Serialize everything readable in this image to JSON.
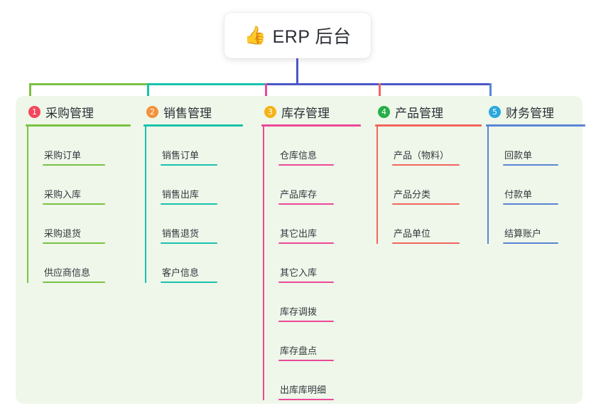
{
  "root": {
    "icon": "thumbs-up-icon",
    "emoji": "👍",
    "title": "ERP 后台"
  },
  "theme": {
    "panel_bg": "#eef7e9",
    "page_bg": "#ffffff",
    "root_line": "#4c57c6",
    "text": "#2b2f36"
  },
  "columns": [
    {
      "index": "1",
      "title": "采购管理",
      "color": "#7ac143",
      "badge_color": "#f4465e",
      "items": [
        {
          "label": "采购订单"
        },
        {
          "label": "采购入库"
        },
        {
          "label": "采购退货"
        },
        {
          "label": "供应商信息"
        }
      ]
    },
    {
      "index": "2",
      "title": "销售管理",
      "color": "#19c2ac",
      "badge_color": "#f4913a",
      "items": [
        {
          "label": "销售订单"
        },
        {
          "label": "销售出库"
        },
        {
          "label": "销售退货"
        },
        {
          "label": "客户信息"
        }
      ]
    },
    {
      "index": "3",
      "title": "库存管理",
      "color": "#ec4899",
      "badge_color": "#f5b316",
      "items": [
        {
          "label": "仓库信息"
        },
        {
          "label": "产品库存"
        },
        {
          "label": "其它出库"
        },
        {
          "label": "其它入库"
        },
        {
          "label": "库存调拨"
        },
        {
          "label": "库存盘点"
        },
        {
          "label": "出库库明细"
        }
      ]
    },
    {
      "index": "4",
      "title": "产品管理",
      "color": "#f4645f",
      "badge_color": "#27ae4a",
      "items": [
        {
          "label": "产品（物料）"
        },
        {
          "label": "产品分类"
        },
        {
          "label": "产品单位"
        }
      ]
    },
    {
      "index": "5",
      "title": "财务管理",
      "color": "#5b84d6",
      "badge_color": "#2aa7e0",
      "items": [
        {
          "label": "回款单"
        },
        {
          "label": "付款单"
        },
        {
          "label": "结算账户"
        }
      ]
    }
  ]
}
